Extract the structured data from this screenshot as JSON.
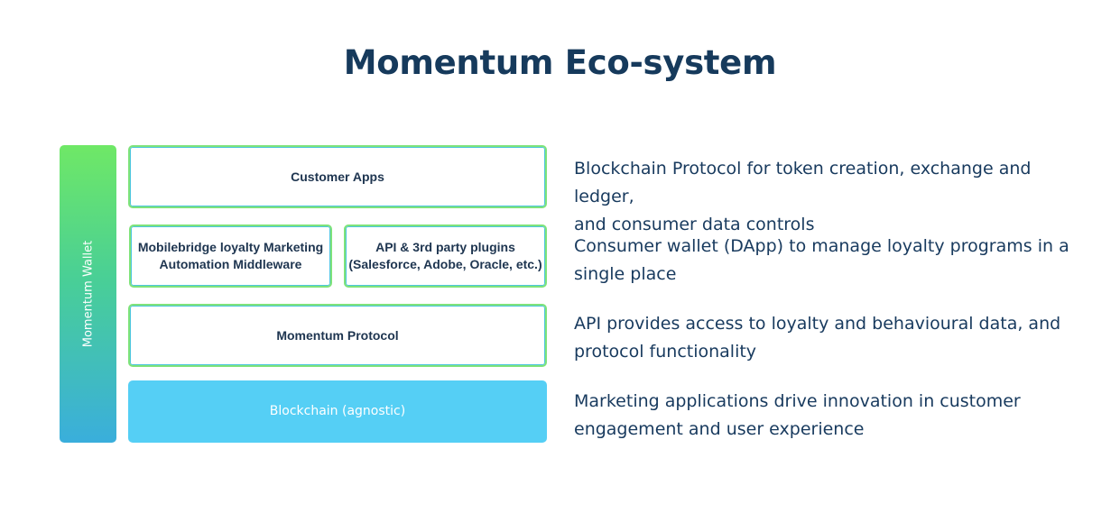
{
  "title": "Momentum Eco-system",
  "wallet_label": "Momentum Wallet",
  "boxes": {
    "customer_apps": "Customer Apps",
    "middleware": [
      "Mobilebridge loyalty Marketing",
      "Automation Middleware"
    ],
    "plugins": [
      "API & 3rd party plugins",
      "(Salesforce, Adobe, Oracle, etc.)"
    ],
    "protocol": "Momentum Protocol",
    "blockchain": "Blockchain (agnostic)"
  },
  "descriptions": [
    [
      "Blockchain Protocol for token creation, exchange and ledger,",
      "and consumer data controls"
    ],
    [
      "Consumer wallet (DApp) to manage loyalty programs in a",
      "single place"
    ],
    [
      "API provides access to loyalty and behavioural data, and",
      "protocol functionality"
    ],
    [
      "Marketing applications drive innovation in customer",
      "engagement and user experience"
    ]
  ],
  "colors": {
    "title": "#163a5c",
    "box_border": "#7fe37a",
    "blockchain_fill": "#55cff5",
    "wallet_gradient_top": "#6fe866",
    "wallet_gradient_bottom": "#3aaedc"
  }
}
